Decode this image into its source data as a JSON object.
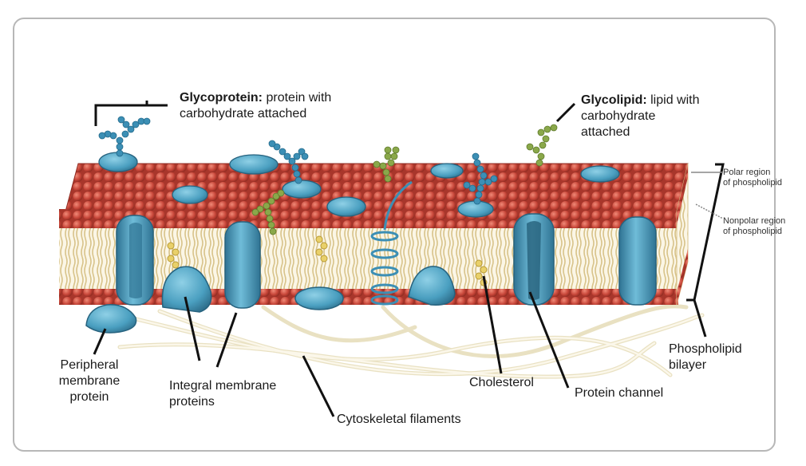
{
  "labels": {
    "glycoprotein_term": "Glycoprotein:",
    "glycoprotein_desc_1": "protein with",
    "glycoprotein_desc_2": "carbohydrate attached",
    "glycolipid_term": "Glycolipid:",
    "glycolipid_desc_1": "lipid with",
    "glycolipid_desc_2": "carbohydrate",
    "glycolipid_desc_3": "attached",
    "polar_1": "Polar region",
    "polar_2": "of phospholipid",
    "nonpolar_1": "Nonpolar region",
    "nonpolar_2": "of phospholipid",
    "bilayer_1": "Phospholipid",
    "bilayer_2": "bilayer",
    "peripheral_1": "Peripheral",
    "peripheral_2": "membrane",
    "peripheral_3": "protein",
    "integral_1": "Integral membrane",
    "integral_2": "proteins",
    "cytoskeletal": "Cytoskeletal filaments",
    "cholesterol": "Cholesterol",
    "channel": "Protein channel"
  },
  "colors": {
    "phospholipid_head": "#c8473a",
    "lipid_tail": "#e2cf9a",
    "protein": "#4a9fc0",
    "protein_dark": "#2f7393",
    "carbohydrate_blue": "#3c8fb5",
    "carbohydrate_green": "#8aa84a",
    "cholesterol": "#e9d06a",
    "filament": "#efe8cf",
    "frame": "#b7b7b7"
  }
}
